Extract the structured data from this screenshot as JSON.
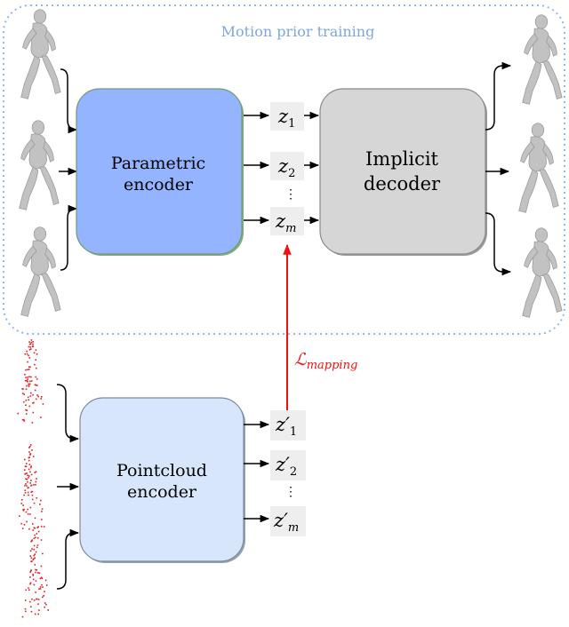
{
  "title": "Motion prior training",
  "parametric_encoder": {
    "line1": "Parametric",
    "line2": "encoder"
  },
  "implicit_decoder": {
    "line1": "Implicit",
    "line2": "decoder"
  },
  "pointcloud_encoder": {
    "line1": "Pointcloud",
    "line2": "encoder"
  },
  "latents_top": [
    {
      "base": "z",
      "sub": "1"
    },
    {
      "base": "z",
      "sub": "2"
    },
    {
      "base": "⋮",
      "sub": ""
    },
    {
      "base": "z",
      "sub": "m"
    }
  ],
  "latents_bottom": [
    {
      "base": "z′",
      "sub": "1"
    },
    {
      "base": "z′",
      "sub": "2"
    },
    {
      "base": "⋮",
      "sub": ""
    },
    {
      "base": "z′",
      "sub": "m"
    }
  ],
  "loss": {
    "base": "ℒ",
    "sub": "mapping"
  },
  "colors": {
    "dashed_border": "#8fb8ea",
    "title": "#7fa6dd",
    "parametric_fill": "#94b4ff",
    "parametric_stroke": "#6f9c6f",
    "decoder_fill": "#d6d6d6",
    "pointcloud_fill": "#d8e6fc",
    "loss_arrow": "#ee1111",
    "pointcloud_dots": "#e02020",
    "mesh": "#bdbdbd"
  }
}
